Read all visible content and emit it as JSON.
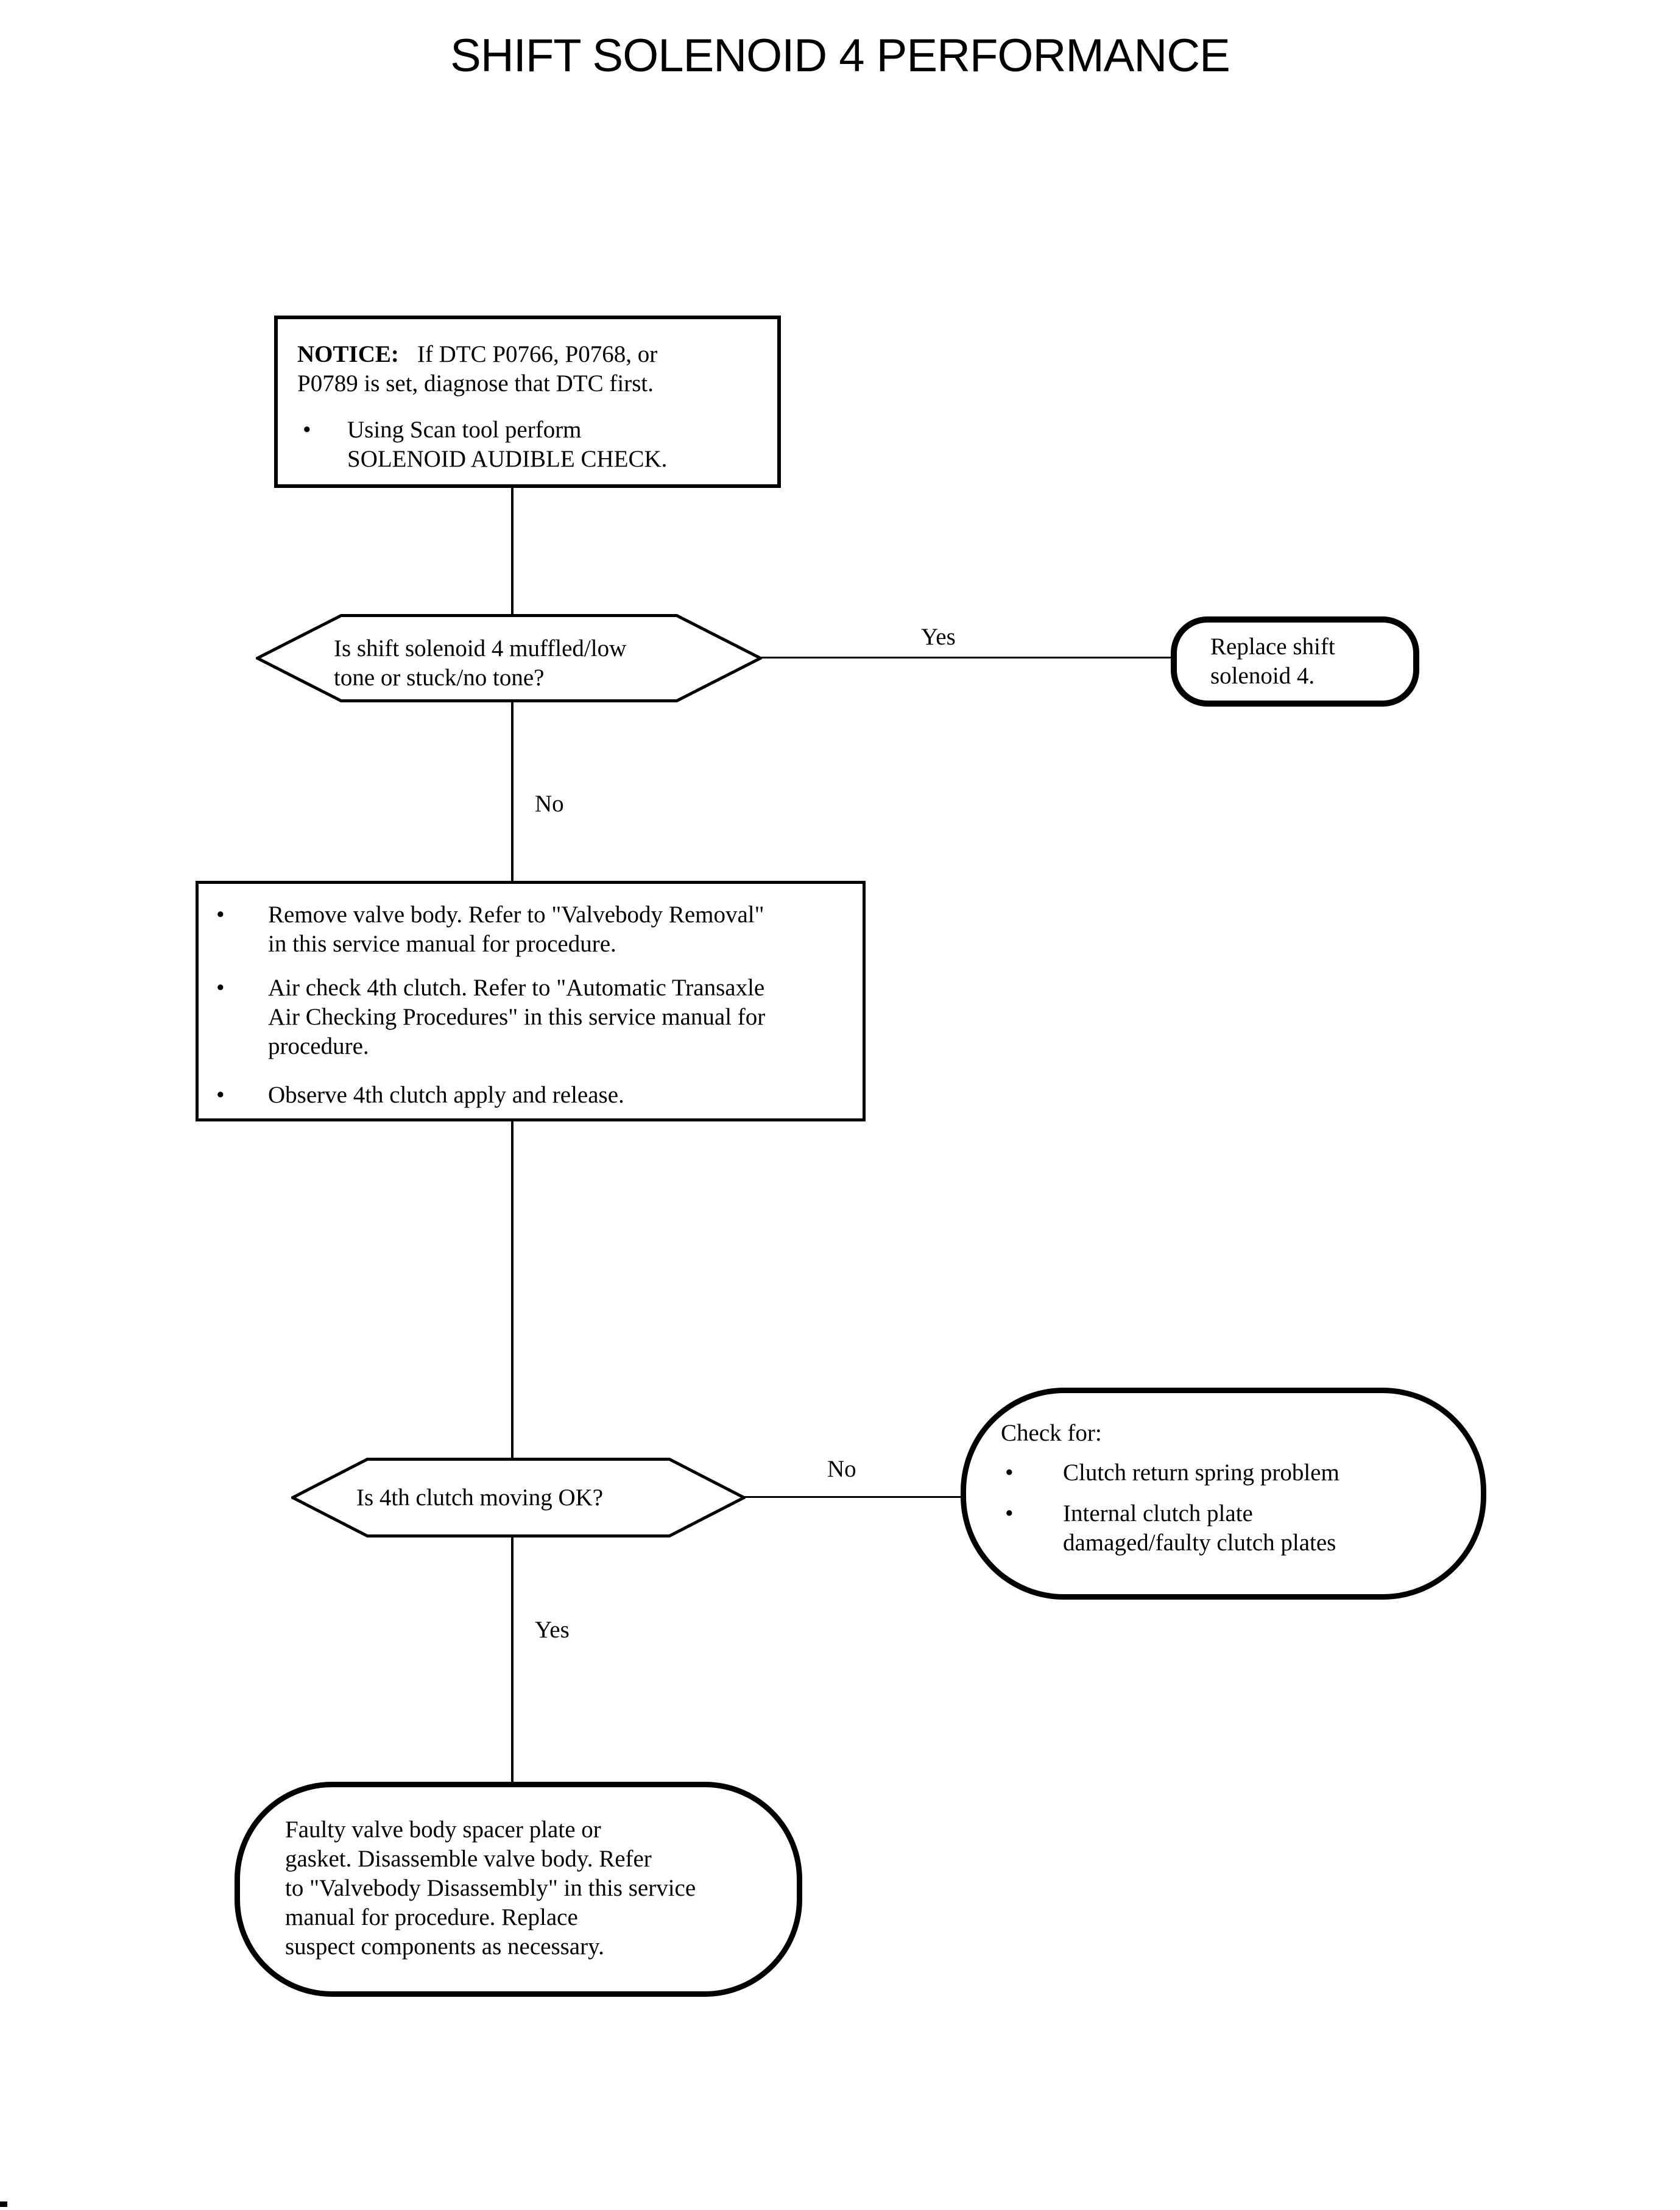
{
  "title": "SHIFT SOLENOID 4 PERFORMANCE",
  "colors": {
    "ink": "#000000",
    "paper": "#ffffff"
  },
  "notice": {
    "heading": "NOTICE:",
    "body": "If DTC P0766, P0768, or\nP0789 is set, diagnose that DTC first.",
    "bullet_glyph": "•",
    "bullets": [
      "Using Scan tool perform\nSOLENOID AUDIBLE CHECK."
    ]
  },
  "decision1": {
    "question": "Is shift solenoid 4 muffled/low\ntone or stuck/no tone?",
    "yes_label": "Yes",
    "no_label": "No"
  },
  "replace_action": {
    "text": "Replace shift\nsolenoid 4."
  },
  "procedure": {
    "bullet_glyph": "•",
    "bullets": [
      "Remove valve body. Refer to \"Valvebody Removal\"\nin this service manual for procedure.",
      "Air check 4th clutch. Refer to \"Automatic Transaxle\nAir Checking Procedures\" in this service manual for\nprocedure.",
      "Observe 4th clutch apply and release."
    ]
  },
  "decision2": {
    "question": "Is 4th clutch moving OK?",
    "yes_label": "Yes",
    "no_label": "No"
  },
  "check_for": {
    "heading": "Check for:",
    "bullet_glyph": "•",
    "bullets": [
      "Clutch return spring problem",
      "Internal clutch plate\ndamaged/faulty clutch plates"
    ]
  },
  "final_action": {
    "text": "Faulty valve body spacer plate or\ngasket. Disassemble valve body. Refer\nto \"Valvebody Disassembly\" in this service\nmanual for procedure. Replace\nsuspect components as necessary."
  }
}
